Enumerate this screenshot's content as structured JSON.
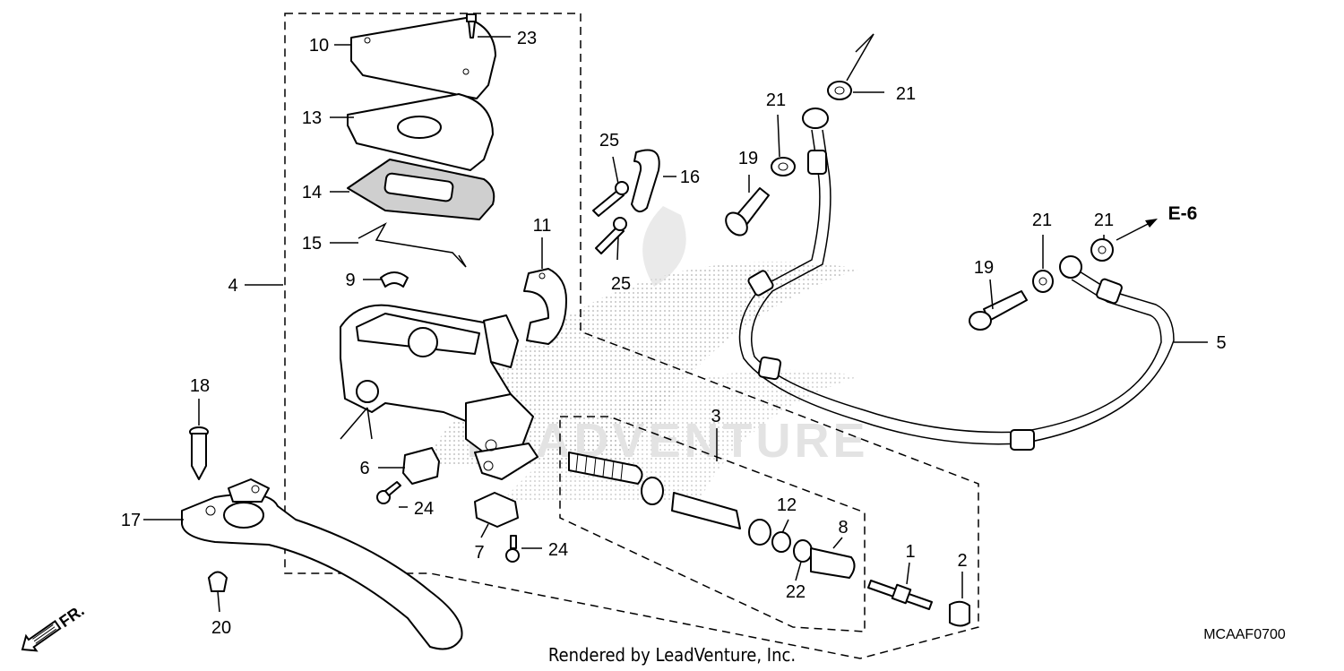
{
  "callouts": {
    "p1": "1",
    "p2": "2",
    "p3": "3",
    "p4": "4",
    "p5": "5",
    "p6": "6",
    "p7": "7",
    "p8": "8",
    "p9": "9",
    "p10": "10",
    "p11": "11",
    "p12": "12",
    "p13": "13",
    "p14": "14",
    "p15": "15",
    "p16": "16",
    "p17": "17",
    "p18": "18",
    "p19a": "19",
    "p19b": "19",
    "p20": "20",
    "p21a": "21",
    "p21b": "21",
    "p21c": "21",
    "p21d": "21",
    "p22": "22",
    "p23": "23",
    "p24a": "24",
    "p24b": "24",
    "p25a": "25",
    "p25b": "25"
  },
  "reference": "E-6",
  "direction": "FR.",
  "footer": "Rendered by LeadVenture, Inc.",
  "diagram_code": "MCAAF0700",
  "watermark": "LEADVENTURE"
}
